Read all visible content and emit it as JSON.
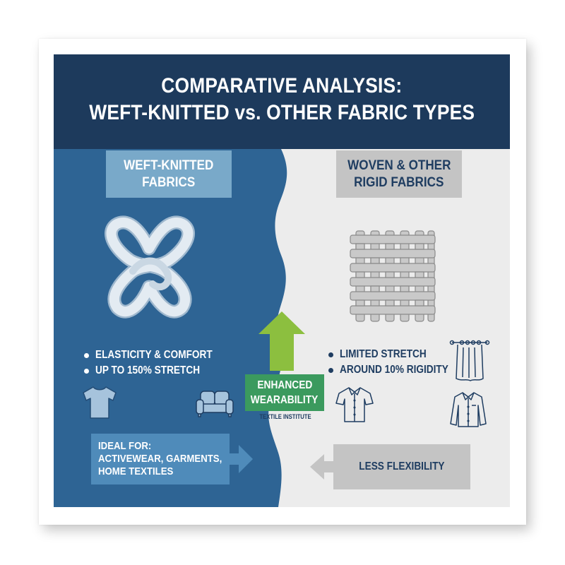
{
  "header": {
    "title_line1": "COMPARATIVE ANALYSIS:",
    "title_line2_pre": "WEFT-KNITTED ",
    "title_line2_vs": "vs.",
    "title_line2_post": " OTHER FABRIC TYPES"
  },
  "left": {
    "label_line1": "WEFT-KNITTED",
    "label_line2": "FABRICS",
    "illustration": "knit-loop-icon",
    "bullets": [
      "ELASTICITY & COMFORT",
      "UP TO 150% STRETCH"
    ],
    "icons": [
      "tshirt-icon",
      "sofa-icon"
    ],
    "ideal_for": {
      "line1": "IDEAL FOR:",
      "line2": "ACTIVEWEAR, GARMENTS,",
      "line3": "HOME TEXTILES"
    }
  },
  "right": {
    "label_line1": "WOVEN & OTHER",
    "label_line2": "RIGID FABRICS",
    "illustration": "woven-grid-icon",
    "bullets": [
      "LIMITED STRETCH",
      "AROUND 10% RIGIDITY"
    ],
    "icons": [
      "curtain-icon",
      "short-sleeve-shirt-icon",
      "long-sleeve-shirt-icon"
    ],
    "less_label": "LESS FLEXIBILITY"
  },
  "center": {
    "badge_line1": "ENHANCED",
    "badge_line2": "WEARABILITY",
    "source": "TEXTILE INSTITUTE",
    "arrow": "up-arrow-icon"
  },
  "colors": {
    "header_bg": "#1d3a5c",
    "left_bg": "#2e6494",
    "right_bg": "#ececec",
    "left_label_bg": "#79a9c9",
    "right_label_bg": "#c4c4c4",
    "badge_green": "#3b9a5e",
    "arrow_green": "#8cbf3f",
    "text_navy": "#1f3d61"
  }
}
